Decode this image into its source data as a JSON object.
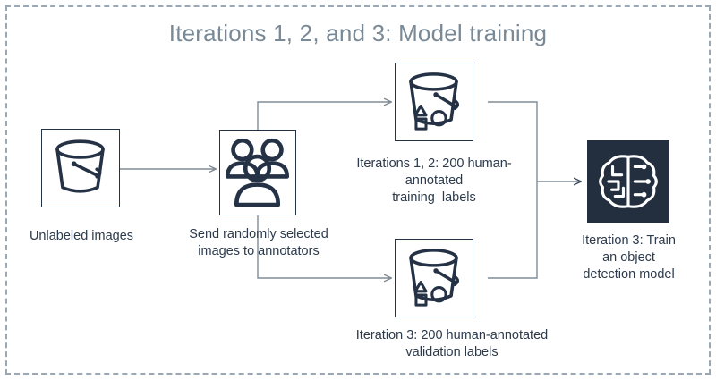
{
  "frame": {
    "style": "dashed",
    "color": "#9aa7b4"
  },
  "title": "Iterations 1, 2, and 3: Model training",
  "colors": {
    "title_text": "#7a8996",
    "body_text": "#2c3a4b",
    "icon_stroke": "#253245",
    "connector": "#808b96",
    "connector_dark": "#33404f",
    "model_box_bg": "#232f3e",
    "frame_dash": "#9aa7b4"
  },
  "nodes": {
    "unlabeled_images": {
      "icon": "bucket-icon",
      "caption_lines": [
        "Unlabeled images"
      ]
    },
    "annotators": {
      "icon": "people-group-icon",
      "caption_lines": [
        "Send randomly selected",
        "images to annotators"
      ]
    },
    "training_labels": {
      "icon": "labeled-bucket-icon",
      "caption_lines": [
        "Iterations 1, 2: 200 human-",
        "annotated",
        "training  labels"
      ]
    },
    "validation_labels": {
      "icon": "labeled-bucket-icon",
      "caption_lines": [
        "Iteration 3: 200 human-annotated",
        "validation labels"
      ]
    },
    "train_model": {
      "icon": "ml-brain-icon",
      "caption_lines": [
        "Iteration 3: Train",
        "an object",
        "detection model"
      ]
    }
  },
  "connectors": [
    {
      "name": "unlabeled-to-annotators",
      "arrow": true
    },
    {
      "name": "annotators-to-training-labels",
      "arrow": true
    },
    {
      "name": "annotators-to-validation-labels",
      "arrow": true
    },
    {
      "name": "labels-to-train-model",
      "arrow": true
    }
  ]
}
